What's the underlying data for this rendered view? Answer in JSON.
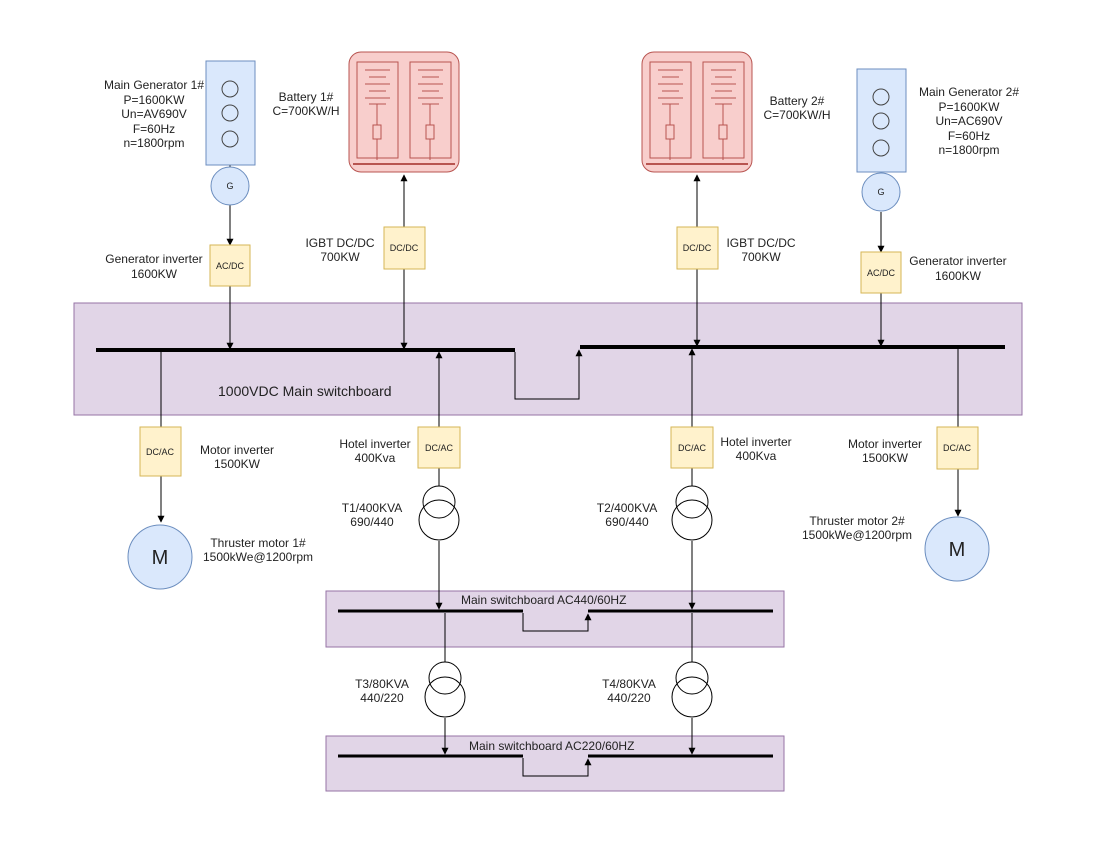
{
  "colors": {
    "panel_fill": "#e1d5e7",
    "panel_stroke": "#9673a6",
    "converter_fill": "#fff2cc",
    "converter_stroke": "#d6b656",
    "battery_fill": "#f8cecc",
    "battery_stroke": "#b85450",
    "generator_fill": "#dae8fc",
    "generator_stroke": "#6c8ebf",
    "line": "#000000"
  },
  "dc_board": {
    "label": "1000VDC Main switchboard"
  },
  "ac440_board": {
    "label": "Main switchboard AC440/60HZ"
  },
  "ac220_board": {
    "label": "Main switchboard AC220/60HZ"
  },
  "generator1": {
    "lines": [
      "Main Generator 1#",
      "P=1600KW",
      "Un=AV690V",
      "F=60Hz",
      "n=1800rpm"
    ],
    "symbol": "G"
  },
  "generator2": {
    "lines": [
      "Main Generator 2#",
      "P=1600KW",
      "Un=AC690V",
      "F=60Hz",
      "n=1800rpm"
    ],
    "symbol": "G"
  },
  "gen_inverter1": {
    "box": "AC/DC",
    "lines": [
      "Generator inverter",
      "1600KW"
    ]
  },
  "gen_inverter2": {
    "box": "AC/DC",
    "lines": [
      "Generator inverter",
      "1600KW"
    ]
  },
  "battery1": {
    "lines": [
      "Battery 1#",
      "C=700KW/H"
    ]
  },
  "battery2": {
    "lines": [
      "Battery 2#",
      "C=700KW/H"
    ]
  },
  "dcdc1": {
    "box": "DC/DC",
    "lines": [
      "IGBT DC/DC",
      "700KW"
    ]
  },
  "dcdc2": {
    "box": "DC/DC",
    "lines": [
      "IGBT DC/DC",
      "700KW"
    ]
  },
  "motor_inv1": {
    "box": "DC/AC",
    "lines": [
      "Motor inverter",
      "1500KW"
    ]
  },
  "motor_inv2": {
    "box": "DC/AC",
    "lines": [
      "Motor inverter",
      "1500KW"
    ]
  },
  "hotel_inv1": {
    "box": "DC/AC",
    "lines": [
      "Hotel inverter",
      "400Kva"
    ]
  },
  "hotel_inv2": {
    "box": "DC/AC",
    "lines": [
      "Hotel inverter",
      "400Kva"
    ]
  },
  "motor1": {
    "symbol": "M",
    "lines": [
      "Thruster motor 1#",
      "1500kWe@1200rpm"
    ]
  },
  "motor2": {
    "symbol": "M",
    "lines": [
      "Thruster motor 2#",
      "1500kWe@1200rpm"
    ]
  },
  "t1": {
    "lines": [
      "T1/400KVA",
      "690/440"
    ]
  },
  "t2": {
    "lines": [
      "T2/400KVA",
      "690/440"
    ]
  },
  "t3": {
    "lines": [
      "T3/80KVA",
      "440/220"
    ]
  },
  "t4": {
    "lines": [
      "T4/80KVA",
      "440/220"
    ]
  }
}
